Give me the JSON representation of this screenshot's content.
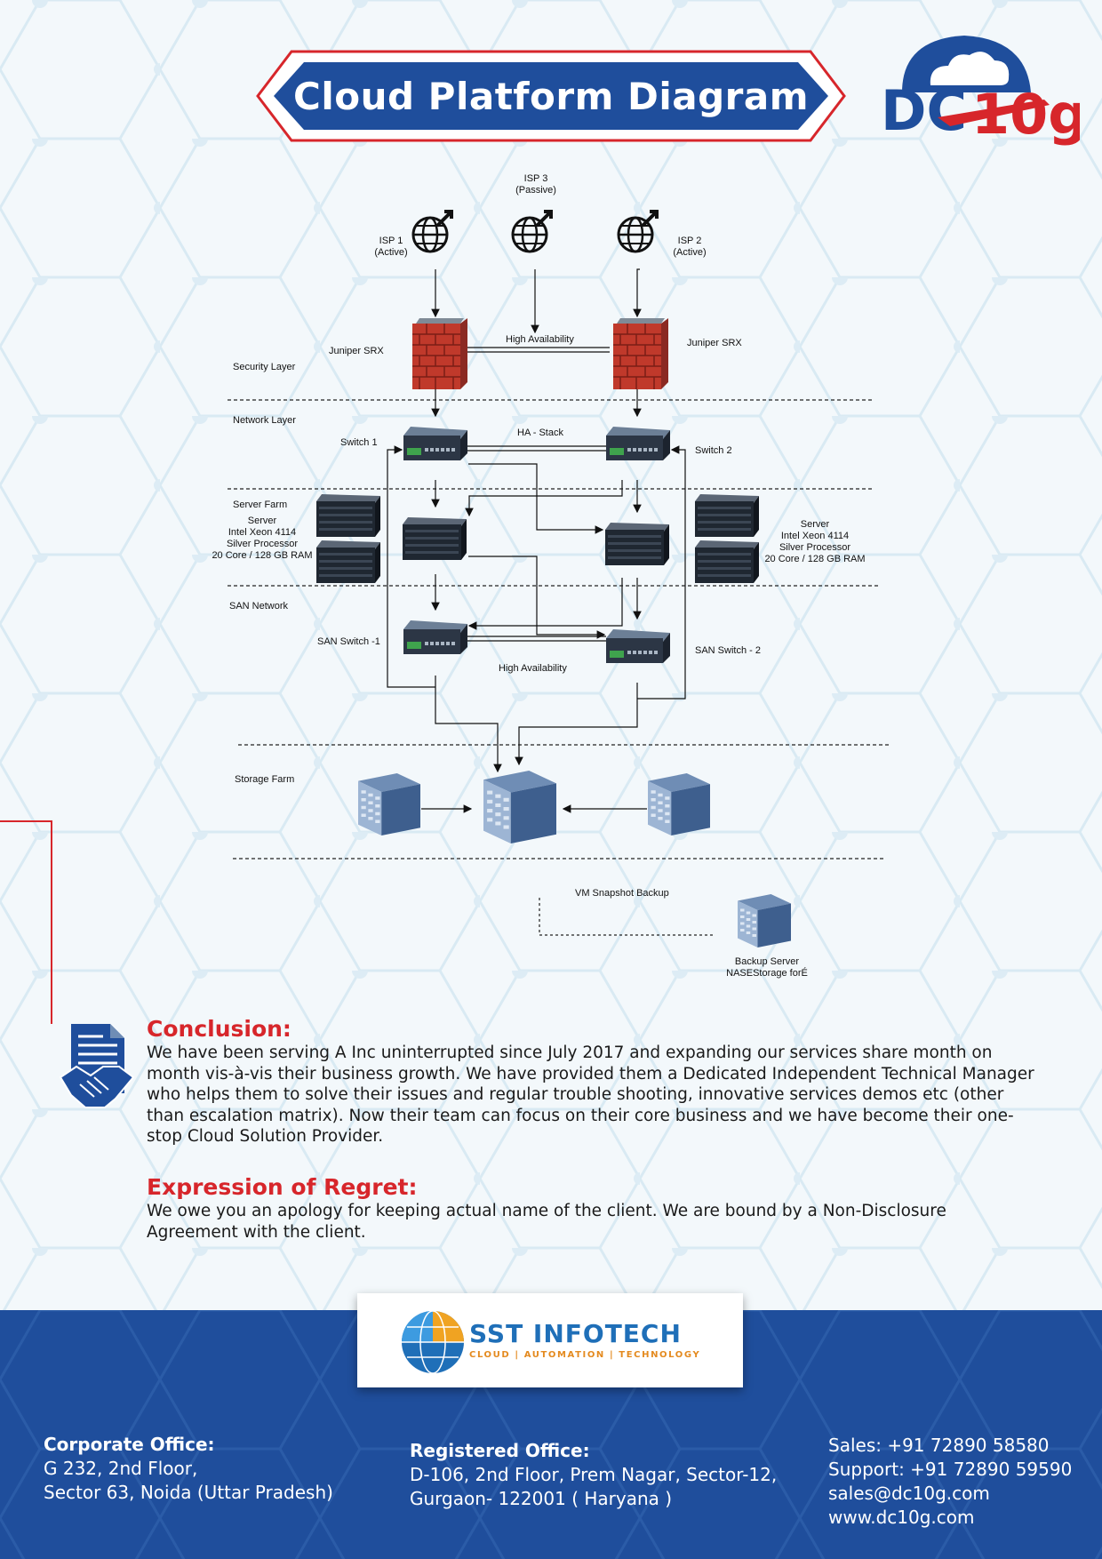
{
  "title": "Cloud Platform Diagram",
  "logo_text": "DC10g",
  "colors": {
    "brand_blue": "#1f4e9c",
    "accent_red": "#d7262b"
  },
  "diagram": {
    "isp1": "ISP 1",
    "isp1_state": "(Active)",
    "isp2": "ISP 2",
    "isp2_state": "(Active)",
    "isp3": "ISP 3",
    "isp3_state": "(Passive)",
    "juniper_left": "Juniper SRX",
    "juniper_right": "Juniper SRX",
    "high_availability_top": "High Availability",
    "security_layer": "Security Layer",
    "network_layer": "Network Layer",
    "switch1": "Switch 1",
    "switch2": "Switch 2",
    "ha_stack": "HA - Stack",
    "server_farm": "Server Farm",
    "server_left": [
      "Server",
      "Intel Xeon 4114",
      "Silver Processor",
      "20 Core / 128 GB RAM"
    ],
    "server_right": [
      "Server",
      "Intel Xeon 4114",
      "Silver Processor",
      "20 Core / 128 GB RAM"
    ],
    "san_network": "SAN Network",
    "san_switch1": "SAN Switch -1",
    "san_switch2": "SAN Switch - 2",
    "high_availability_bottom": "High Availability",
    "storage_farm": "Storage Farm",
    "vm_snapshot": "VM Snapshot Backup",
    "backup_server": "Backup Server",
    "nas_storage": "NASEStorage forÉ"
  },
  "conclusion": {
    "title": "Conclusion:",
    "body": "We have been serving A Inc uninterrupted since July 2017 and expanding our services share month on month vis-à-vis their business growth. We have provided them a Dedicated Independent Technical Manager who helps them to solve their issues and regular trouble shooting, innovative services demos etc (other than escalation matrix). Now their team can focus on their core business and we have become their one-stop Cloud Solution Provider."
  },
  "regret": {
    "title": "Expression of Regret:",
    "body": "We owe you an apology for keeping actual name of the client. We are bound by a Non-Disclosure Agreement with the client."
  },
  "footer": {
    "sst_name": "SST INFOTECH",
    "sst_tagline": "CLOUD | AUTOMATION | TECHNOLOGY",
    "corporate_title": "Corporate Office:",
    "corporate_line1": "G 232, 2nd Floor,",
    "corporate_line2": "Sector 63, Noida (Uttar Pradesh)",
    "registered_title": "Registered Office:",
    "registered_line1": "D-106, 2nd Floor, Prem Nagar, Sector-12,",
    "registered_line2": "Gurgaon- 122001 ( Haryana )",
    "sales": "Sales: +91 72890 58580",
    "support": "Support: +91 72890 59590",
    "email": "sales@dc10g.com",
    "website": "www.dc10g.com"
  }
}
